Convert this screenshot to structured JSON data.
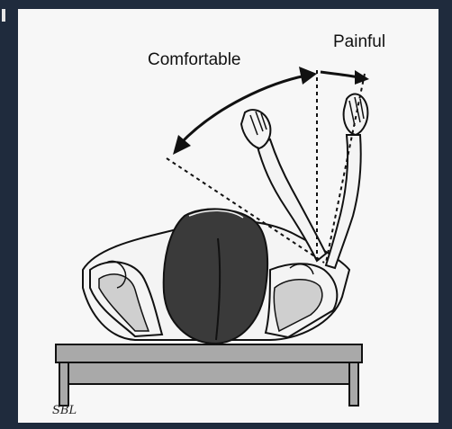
{
  "figure": {
    "labels": {
      "comfortable": "Comfortable",
      "painful": "Painful"
    },
    "signature": "SBL",
    "colors": {
      "background": "#1f2b3d",
      "panel": "#f7f7f7",
      "head_fill": "#3a3a3a",
      "table_fill": "#a9a9a9",
      "limb_fill": "#cfcfcf",
      "line": "#111111"
    }
  }
}
